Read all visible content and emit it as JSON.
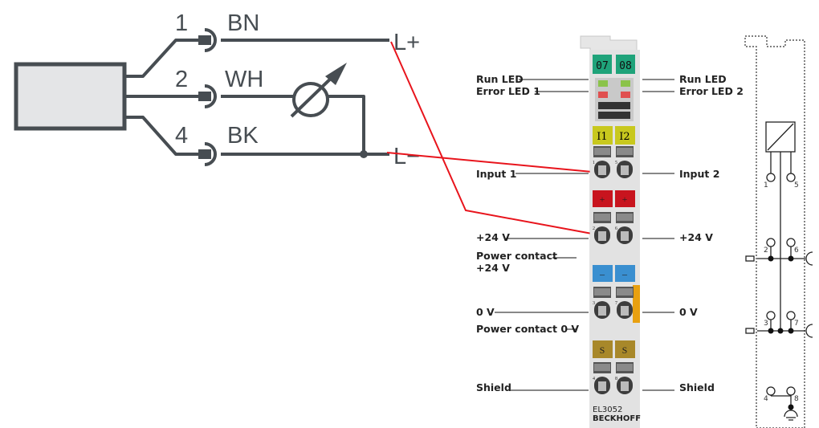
{
  "sensor": {
    "wires": [
      {
        "pin": "1",
        "color_code": "BN"
      },
      {
        "pin": "2",
        "color_code": "WH"
      },
      {
        "pin": "4",
        "color_code": "BK"
      }
    ],
    "supply_plus": "L+",
    "supply_minus": "L−"
  },
  "terminal": {
    "model": "EL3052",
    "brand": "BECKHOFF",
    "tabs": [
      "07",
      "08"
    ],
    "channels": [
      "I1",
      "I2"
    ],
    "plus_marks": [
      "+",
      "+"
    ],
    "minus_marks": [
      "–",
      "–"
    ],
    "shield_marks": [
      "S",
      "S"
    ],
    "pin_numbers": [
      "1",
      "5",
      "2",
      "6",
      "3",
      "7",
      "4",
      "8"
    ],
    "left_labels": {
      "run_led": "Run LED",
      "error_led_1": "Error LED 1",
      "input_1": "Input 1",
      "plus_24v": "+24 V",
      "power_contact_plus_1": "Power contact",
      "power_contact_plus_2": "+24 V",
      "zero_v": "0 V",
      "power_contact_0v": "Power contact 0 V",
      "shield": "Shield"
    },
    "right_labels": {
      "run_led": "Run LED",
      "error_led_2": "Error LED 2",
      "input_2": "Input 2",
      "plus_24v": "+24 V",
      "zero_v": "0 V",
      "shield": "Shield"
    }
  },
  "colors": {
    "wire": "#474d52",
    "annotation_red": "#e8141c",
    "tab_green": "#1fa37a",
    "channel_yellow": "#c8c81e",
    "plus_red": "#c8141e",
    "minus_blue": "#3a8fd0",
    "shield_brown": "#a8882a"
  }
}
